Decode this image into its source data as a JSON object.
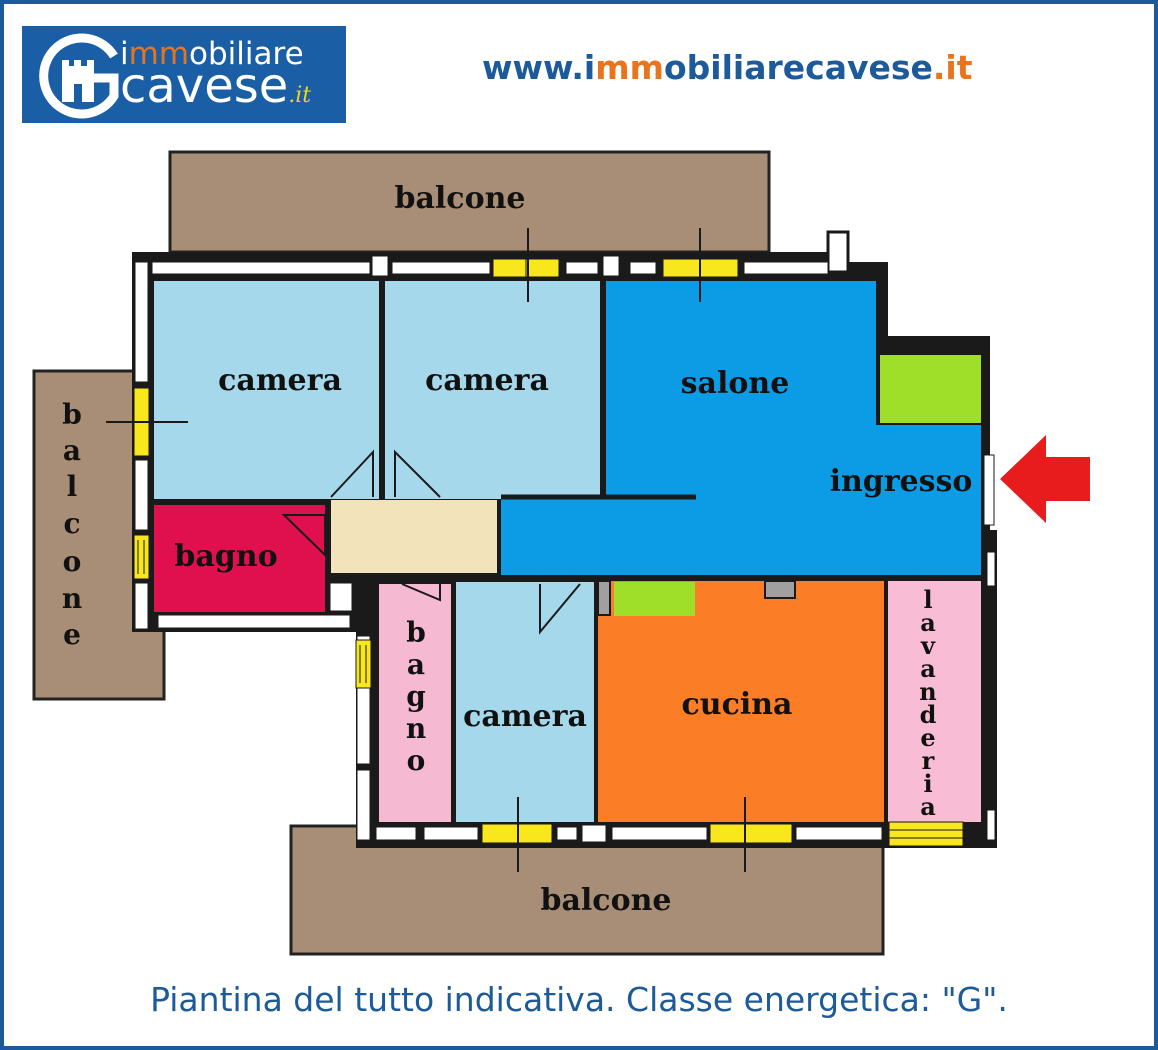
{
  "logo": {
    "word_top_pre": "i",
    "word_top_mid": "mm",
    "word_top_post": "obiliare",
    "word_bottom": "cavese",
    "suffix": ".it",
    "accent_color": "#e8741d",
    "brand_color": "#1a5ea6"
  },
  "website": {
    "pre": "www.i",
    "highlight": "mm",
    "post": "obiliarecavese",
    "tld": ".it"
  },
  "rooms": {
    "balcone_top": "balcone",
    "balcone_left": [
      "b",
      "a",
      "l",
      "c",
      "o",
      "n",
      "e"
    ],
    "balcone_bottom": "balcone",
    "camera_1": "camera",
    "camera_2": "camera",
    "camera_3": "camera",
    "salone": "salone",
    "ingresso": "ingresso",
    "bagno_1": "bagno",
    "bagno_2": [
      "b",
      "a",
      "g",
      "n",
      "o"
    ],
    "cucina": "cucina",
    "lavanderia": [
      "l",
      "a",
      "v",
      "a",
      "n",
      "d",
      "e",
      "r",
      "i",
      "a"
    ]
  },
  "colors": {
    "balcony": "#a88e76",
    "bedroom": "#a6d8ec",
    "living": "#0c9ce6",
    "bathroom_1": "#e0104e",
    "bathroom_2": "#f6b9d2",
    "kitchen": "#fb7d26",
    "laundry": "#f8bdd4",
    "hallway": "#f3e3ba",
    "green": "#9fdf2a",
    "window": "#f8e71c",
    "entrance_arrow": "#e81c1c"
  },
  "caption": "Piantina del tutto indicativa. Classe energetica: \"G\"."
}
